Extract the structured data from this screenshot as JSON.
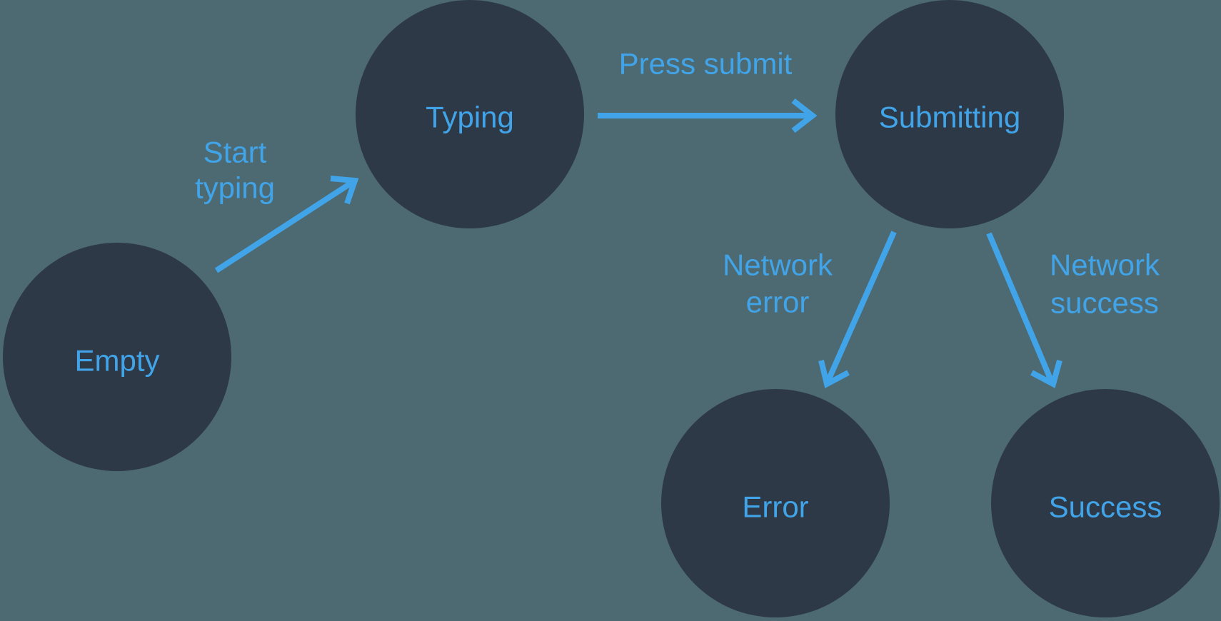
{
  "diagram": {
    "type": "state-machine",
    "nodes": [
      {
        "id": "empty",
        "label": "Empty"
      },
      {
        "id": "typing",
        "label": "Typing"
      },
      {
        "id": "submitting",
        "label": "Submitting"
      },
      {
        "id": "error",
        "label": "Error"
      },
      {
        "id": "success",
        "label": "Success"
      }
    ],
    "transitions": [
      {
        "from": "empty",
        "to": "typing",
        "label": "Start typing",
        "label_lines": [
          "Start",
          "typing"
        ]
      },
      {
        "from": "typing",
        "to": "submitting",
        "label": "Press submit",
        "label_lines": [
          "Press submit"
        ]
      },
      {
        "from": "submitting",
        "to": "error",
        "label": "Network error",
        "label_lines": [
          "Network",
          "error"
        ]
      },
      {
        "from": "submitting",
        "to": "success",
        "label": "Network success",
        "label_lines": [
          "Network",
          "success"
        ]
      }
    ]
  },
  "colors": {
    "background": "#4d6971",
    "node_fill": "#2d3947",
    "accent": "#42a4e8"
  }
}
